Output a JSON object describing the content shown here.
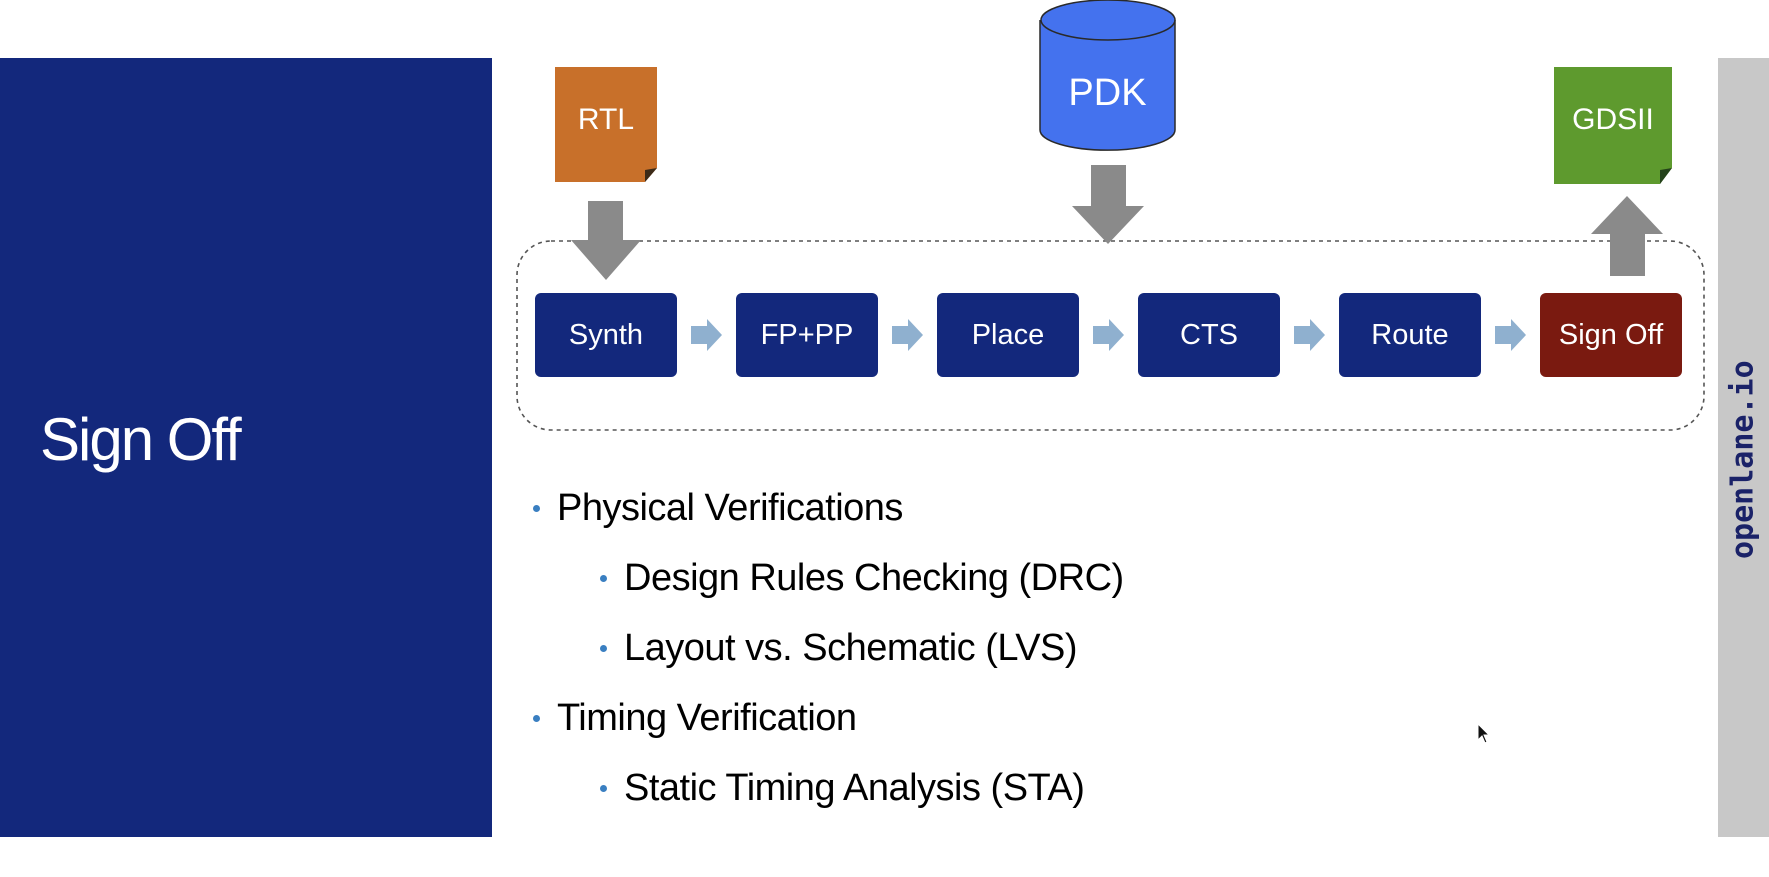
{
  "slide": {
    "title": "Sign Off",
    "brand": "openlane.io",
    "colors": {
      "title_panel": "#13287c",
      "stage_box": "#13287c",
      "signoff_box": "#7a1a10",
      "rtl_doc": "#c8702a",
      "pdk_cylinder": "#4472ee",
      "gdsii_doc": "#5e9a2e",
      "big_arrow": "#8a8a8a",
      "small_arrow": "#8fb0cf"
    }
  },
  "inputs": {
    "rtl": "RTL",
    "pdk": "PDK"
  },
  "output": {
    "gdsii": "GDSII"
  },
  "flow": {
    "stages": [
      "Synth",
      "FP+PP",
      "Place",
      "CTS",
      "Route",
      "Sign Off"
    ],
    "highlighted_stage": "Sign Off"
  },
  "bullets": [
    {
      "text": "Physical Verifications",
      "level": 1
    },
    {
      "text": "Design Rules Checking (DRC)",
      "level": 2
    },
    {
      "text": "Layout vs. Schematic (LVS)",
      "level": 2
    },
    {
      "text": "Timing Verification",
      "level": 1
    },
    {
      "text": "Static Timing Analysis (STA)",
      "level": 2
    }
  ]
}
